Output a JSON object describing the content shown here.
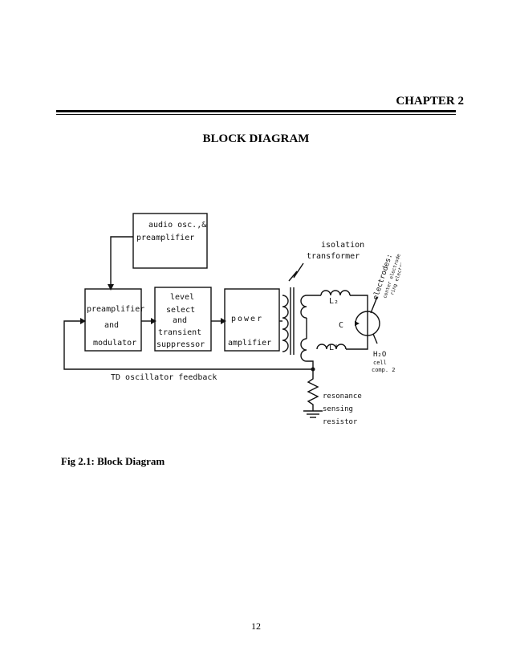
{
  "header": {
    "chapter": "CHAPTER 2",
    "title": "BLOCK DIAGRAM"
  },
  "diagram": {
    "blocks": {
      "audio_osc": [
        "audio osc.,&",
        "preamplifier"
      ],
      "preamplifier_modulator": [
        "preamplifier",
        "and",
        "modulator"
      ],
      "level_select": [
        "level",
        "select",
        "and",
        "transient",
        "suppressor"
      ],
      "power_amplifier": [
        "power",
        "amplifier"
      ]
    },
    "labels": {
      "isolation_transformer": [
        "isolation",
        "transformer"
      ],
      "inductor_top": "L₂",
      "inductor_bottom": "L'",
      "capacitor": "C",
      "electrodes": "electrodes:",
      "electrode_sub1": "center electrode",
      "electrode_sub2": "ring electrode",
      "h2o_cell": [
        "H₂O",
        "cell",
        "comp. 2"
      ],
      "feedback": "TD oscillator feedback",
      "resistor": [
        "resonance",
        "sensing",
        "resistor"
      ]
    }
  },
  "caption": "Fig 2.1: Block Diagram",
  "page_number": "12"
}
